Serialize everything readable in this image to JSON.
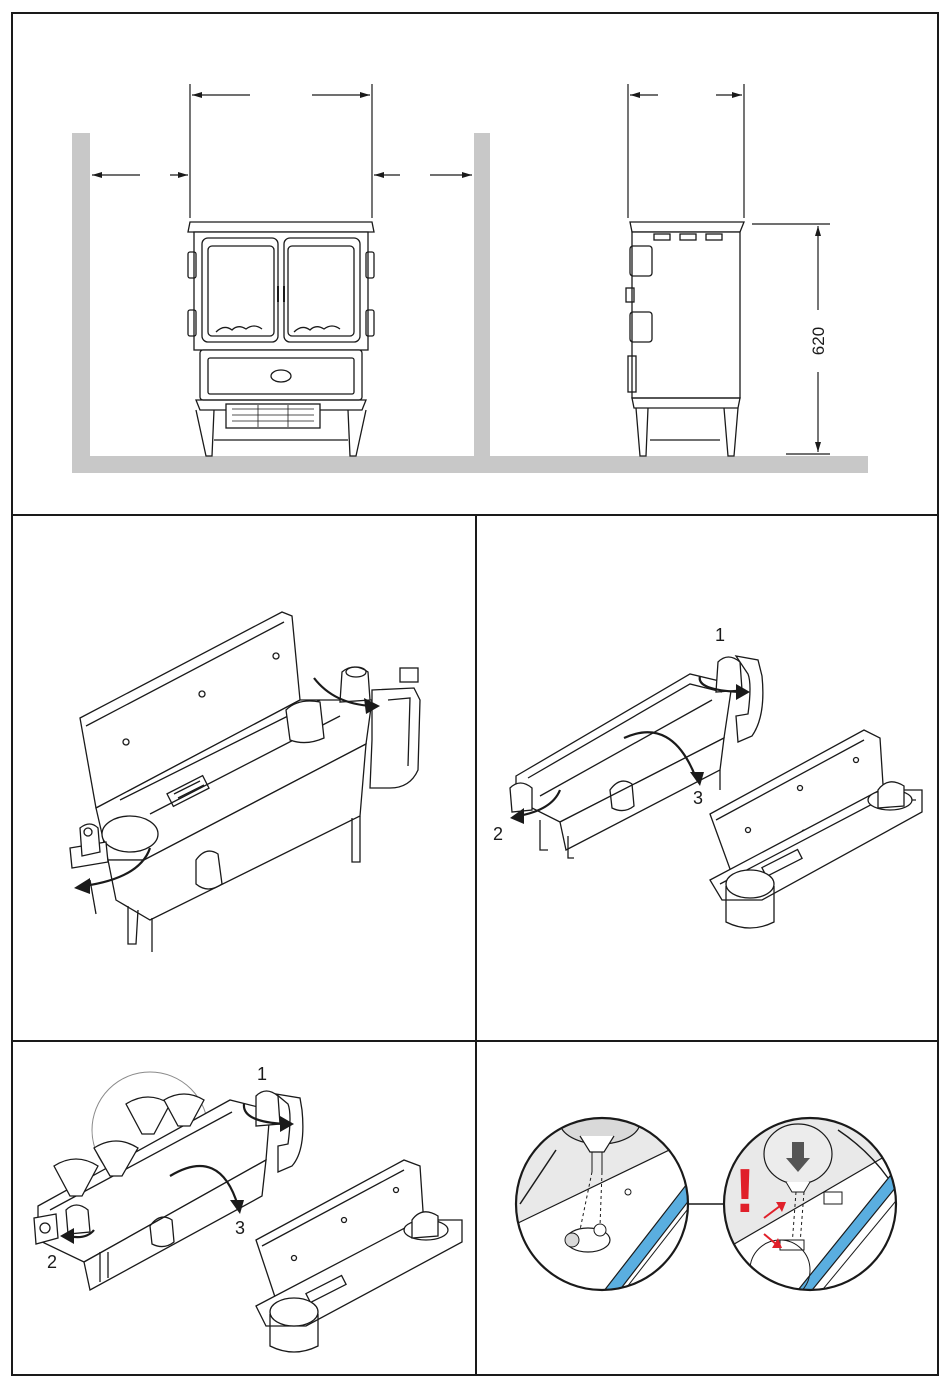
{
  "dimension_height_label": "620",
  "step_labels": {
    "panel3": {
      "one": "1",
      "two": "2",
      "three": "3"
    },
    "panel4": {
      "one": "1",
      "two": "2",
      "three": "3"
    }
  },
  "warning_mark": "!",
  "colors": {
    "line": "#1a1a1a",
    "wall": "#c8c8c8",
    "tray_blue": "#5aaee0",
    "warning_red": "#e0202a",
    "pump_gray": "#d9d9d9"
  }
}
